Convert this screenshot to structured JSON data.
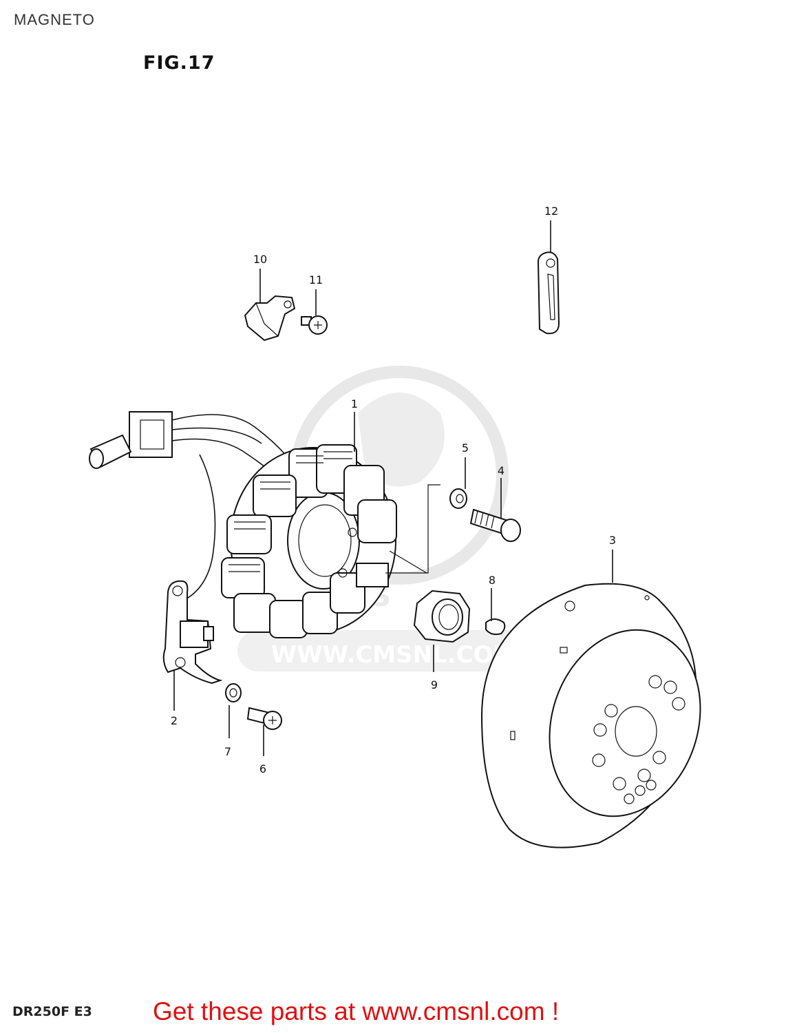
{
  "header": {
    "title": "MAGNETO",
    "figure": "FIG.17"
  },
  "watermark": {
    "url_text": "WWW.CMSNL.COM",
    "logo_text": "CMS"
  },
  "callouts": [
    {
      "id": "1",
      "label": "1"
    },
    {
      "id": "2",
      "label": "2"
    },
    {
      "id": "3",
      "label": "3"
    },
    {
      "id": "4",
      "label": "4"
    },
    {
      "id": "5",
      "label": "5"
    },
    {
      "id": "6",
      "label": "6"
    },
    {
      "id": "7",
      "label": "7"
    },
    {
      "id": "8",
      "label": "8"
    },
    {
      "id": "9",
      "label": "9"
    },
    {
      "id": "10",
      "label": "10"
    },
    {
      "id": "11",
      "label": "11"
    },
    {
      "id": "12",
      "label": "12"
    }
  ],
  "footer": {
    "model_code": "DR250F  E3",
    "banner": "Get these parts at www.cmsnl.com !",
    "banner_color": "#e01010"
  }
}
